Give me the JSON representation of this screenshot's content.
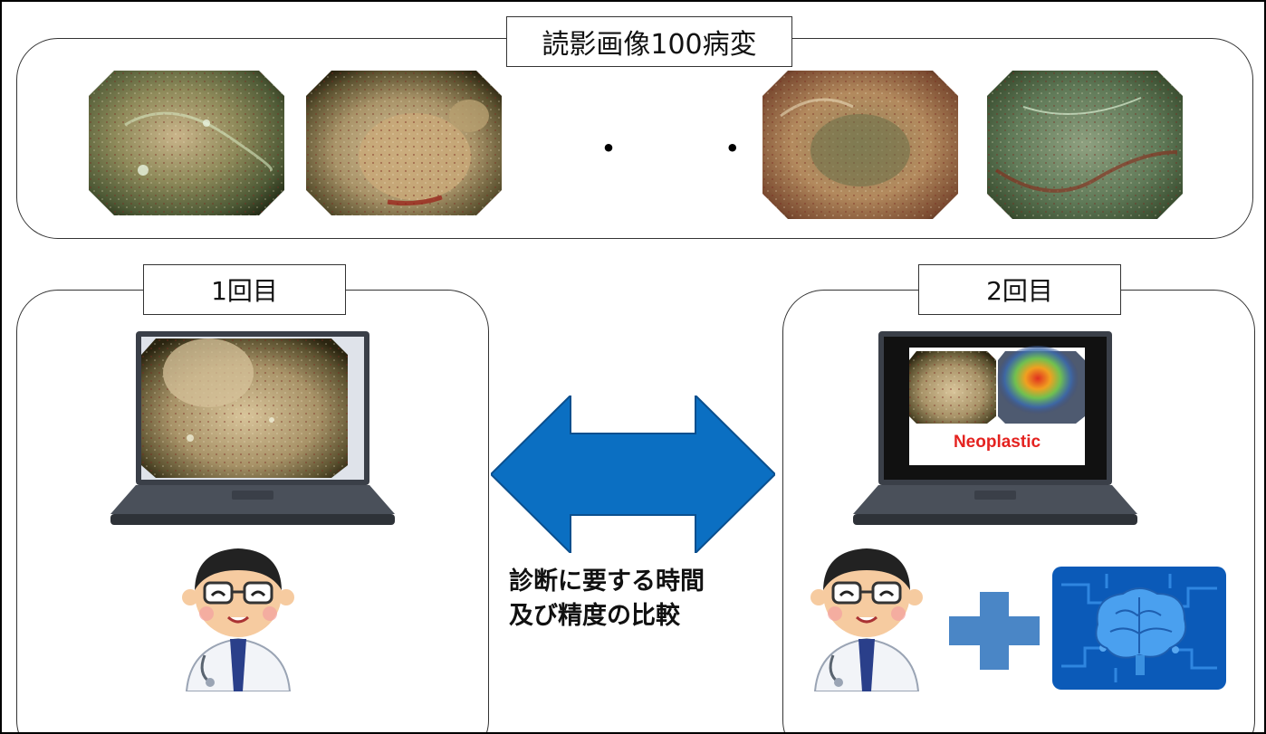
{
  "top_panel": {
    "title": "読影画像100病変",
    "ellipsis": "・ ・ ・"
  },
  "left_panel": {
    "title": "1回目"
  },
  "right_panel": {
    "title": "2回目",
    "ai_output": "Neoplastic"
  },
  "comparison": {
    "line1": "診断に要する時間",
    "line2": "及び精度の比較"
  },
  "colors": {
    "arrow": "#0b6fc2",
    "plus": "#4a86c6",
    "result_text": "#e42320",
    "ai_panel": "#0b5ab8"
  },
  "icons": [
    "endoscopy-image",
    "laptop-icon",
    "doctor-icon",
    "plus-icon",
    "ai-brain-icon",
    "double-arrow-icon"
  ]
}
